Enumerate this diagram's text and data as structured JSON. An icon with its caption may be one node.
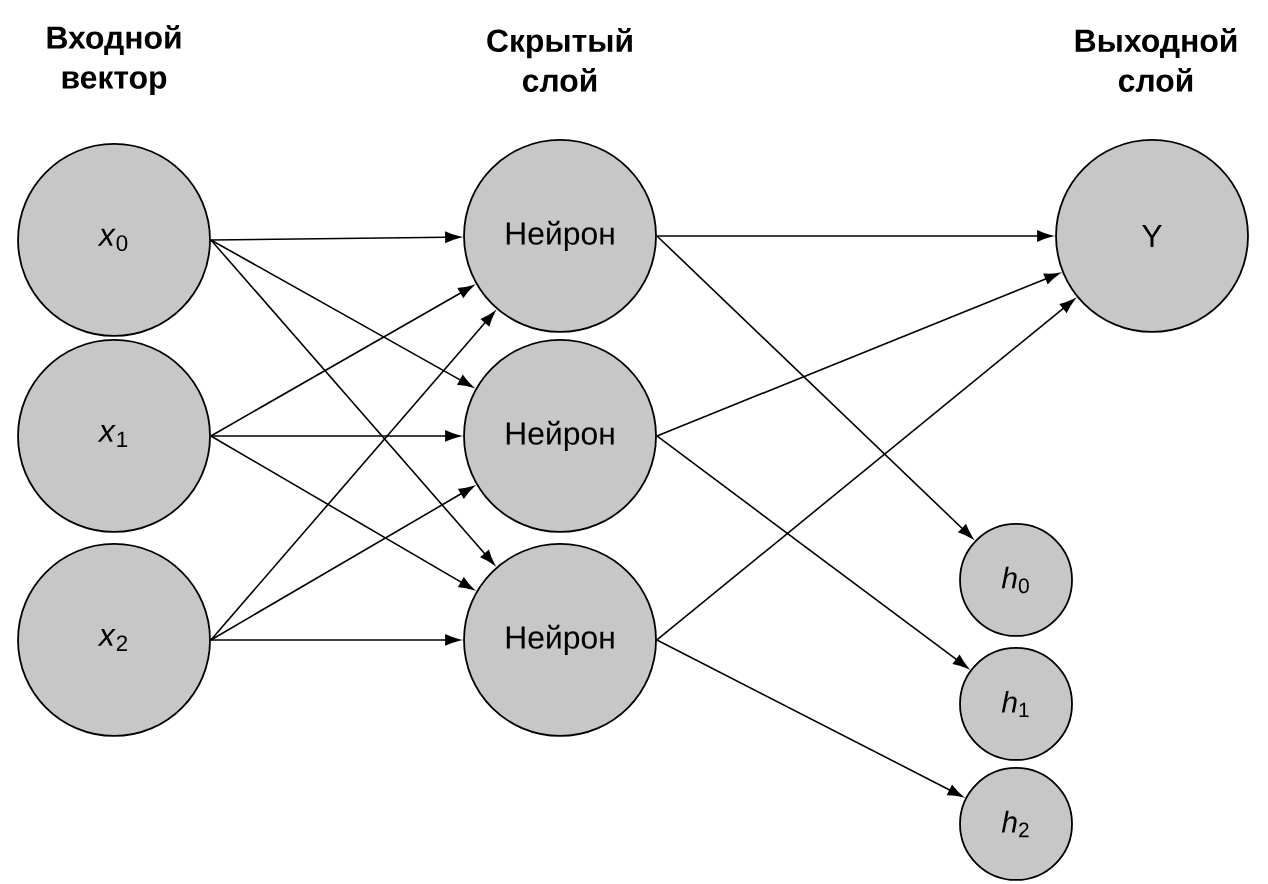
{
  "diagram": {
    "nodes": [
      {
        "text": [
          "*x*$_{0}$"
        ]
      },
      {
        "text": [
          "*x*$_{1}$"
        ]
      },
      {
        "text": [
          "*x*$_{2}$"
        ]
      },
      {
        "text": [
          "Нейрон"
        ]
      },
      {
        "text": [
          "Нейрон"
        ]
      },
      {
        "text": [
          "Нейрон"
        ]
      },
      {
        "text": [
          "Y"
        ]
      },
      {
        "text": [
          "*h*$_{0}$"
        ]
      },
      {
        "text": [
          "*h*$_{1}$"
        ]
      },
      {
        "text": [
          "*h*$_{2}$"
        ]
      }
    ],
    "edges": [
      {
        "from": 0,
        "to": 3,
        "arrow": "to"
      },
      {
        "from": 0,
        "to": 4,
        "arrow": "to"
      },
      {
        "from": 0,
        "to": 5,
        "arrow": "to"
      },
      {
        "from": 1,
        "to": 3,
        "arrow": "to"
      },
      {
        "from": 1,
        "to": 4,
        "arrow": "to"
      },
      {
        "from": 1,
        "to": 5,
        "arrow": "to"
      },
      {
        "from": 2,
        "to": 3,
        "arrow": "to"
      },
      {
        "from": 2,
        "to": 4,
        "arrow": "to"
      },
      {
        "from": 2,
        "to": 5,
        "arrow": "to"
      },
      {
        "from": 3,
        "to": 6,
        "arrow": "to"
      },
      {
        "from": 4,
        "to": 6,
        "arrow": "to"
      },
      {
        "from": 5,
        "to": 6,
        "arrow": "to"
      },
      {
        "from": 3,
        "to": 7,
        "arrow": "to"
      },
      {
        "from": 4,
        "to": 8,
        "arrow": "to"
      },
      {
        "from": 5,
        "to": 9,
        "arrow": "to"
      }
    ],
    "labels": [
      "Входной вектор",
      "Скрытый слой",
      "Выходной слой"
    ]
  }
}
